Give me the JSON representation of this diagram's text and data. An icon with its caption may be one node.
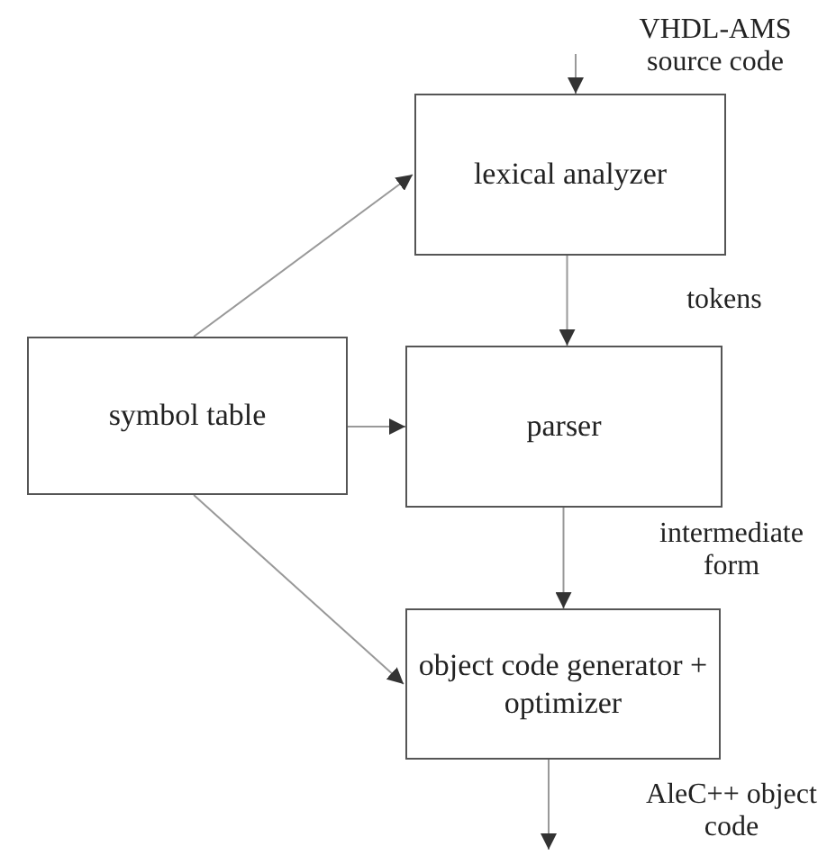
{
  "diagram": {
    "nodes": [
      {
        "text": [
          "lexical analyzer"
        ]
      },
      {
        "text": [
          "symbol table"
        ]
      },
      {
        "text": [
          "parser"
        ]
      },
      {
        "text": [
          "object code generator + optimizer"
        ]
      }
    ],
    "edges": [
      {
        "from": null,
        "to": 0,
        "arrow": "to",
        "label": "VHDL-AMS source code"
      },
      {
        "from": 0,
        "to": 2,
        "arrow": "to",
        "label": "tokens"
      },
      {
        "from": 2,
        "to": 3,
        "arrow": "to",
        "label": "intermediate form"
      },
      {
        "from": 3,
        "to": null,
        "arrow": "to",
        "label": "AleC++ object code"
      },
      {
        "from": 1,
        "to": 0,
        "arrow": "to"
      },
      {
        "from": 1,
        "to": 2,
        "arrow": "to"
      },
      {
        "from": 1,
        "to": 3,
        "arrow": "to"
      }
    ]
  }
}
